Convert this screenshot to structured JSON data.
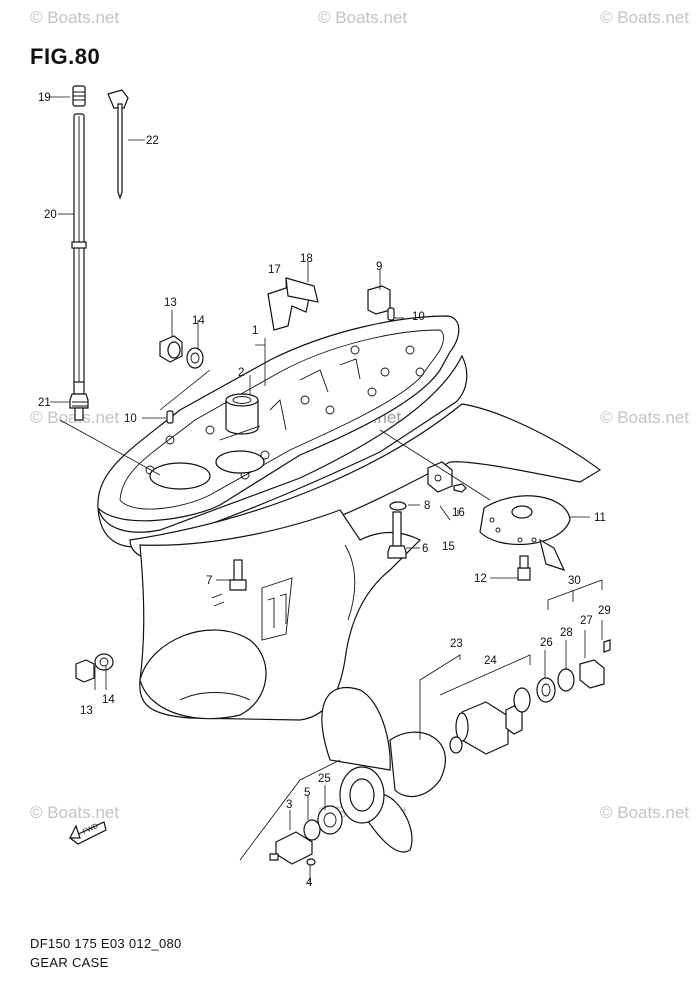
{
  "figure": {
    "title": "FIG.80"
  },
  "footer": {
    "model": "DF150 175 E03 012_080",
    "name": "GEAR CASE"
  },
  "watermark": "© Boats.net",
  "direction_label": "FWD",
  "callouts": {
    "c1": "1",
    "c2": "2",
    "c3": "3",
    "c4": "4",
    "c5": "5",
    "c6": "6",
    "c7": "7",
    "c8": "8",
    "c9": "9",
    "c10a": "10",
    "c10b": "10",
    "c11": "11",
    "c12": "12",
    "c13a": "13",
    "c13b": "13",
    "c14a": "14",
    "c14b": "14",
    "c15": "15",
    "c16": "16",
    "c17": "17",
    "c18": "18",
    "c19": "19",
    "c20": "20",
    "c21": "21",
    "c22": "22",
    "c23": "23",
    "c24": "24",
    "c25": "25",
    "c26": "26",
    "c27": "27",
    "c28": "28",
    "c29": "29",
    "c30": "30"
  }
}
